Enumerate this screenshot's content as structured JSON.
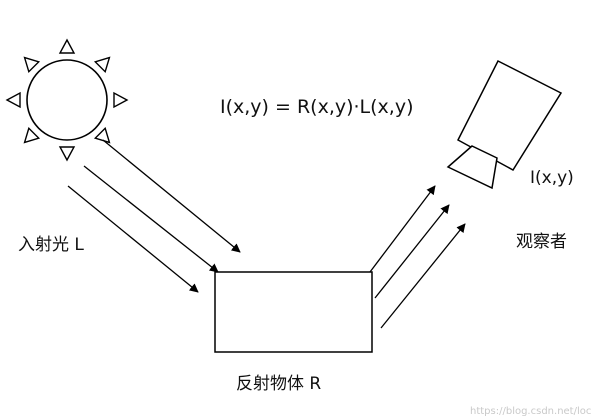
{
  "formula": "I(x,y) = R(x,y)·L(x,y)",
  "incident_light_label": "入射光 L",
  "reflector_label": "反射物体 R",
  "observer_intensity_label": "I(x,y)",
  "observer_label": "观察者",
  "watermark": "https://blog.csdn.net/loc",
  "colors": {
    "stroke": "#000000",
    "background": "#ffffff",
    "watermark": "#c9c9c9"
  },
  "icons": {
    "sun": "sun-icon",
    "observer": "camera-icon"
  }
}
